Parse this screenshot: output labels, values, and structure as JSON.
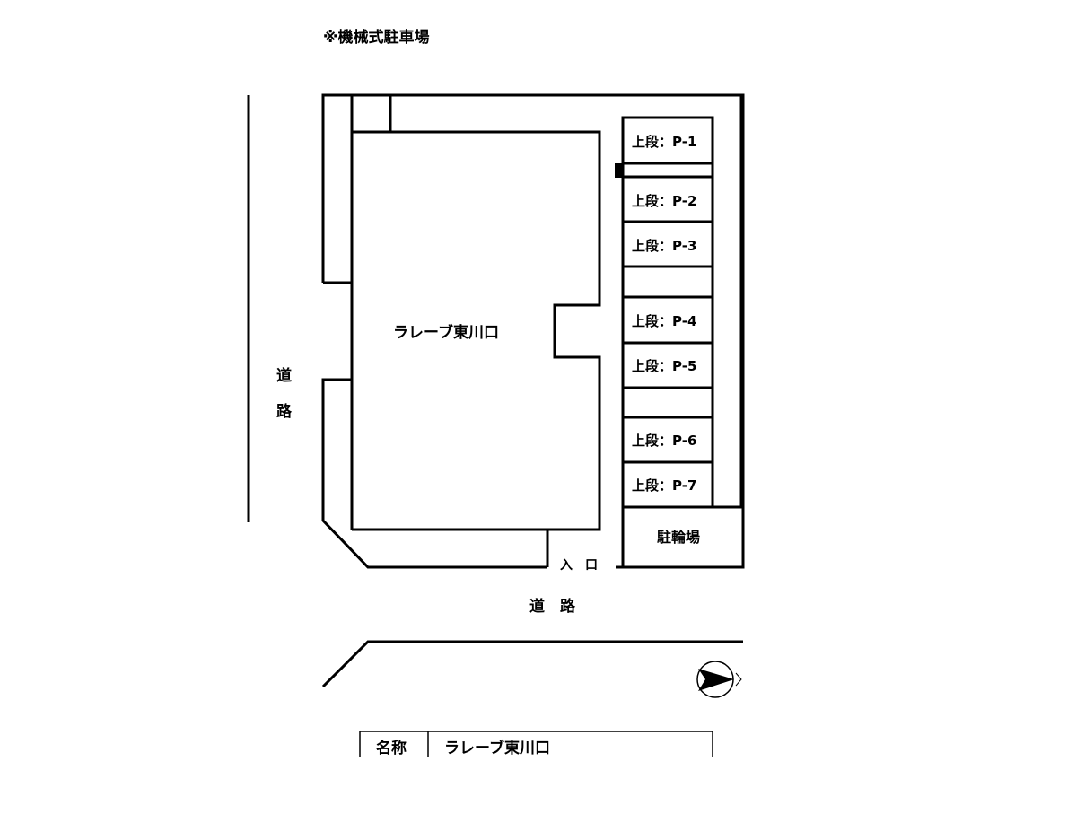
{
  "title": "※機械式駐車場",
  "building": "ラレーブ東川口",
  "road_left": [
    "道",
    "路"
  ],
  "road_bottom": "道　路",
  "entrance": "入　口",
  "bicycle_parking": "駐輪場",
  "parking_spaces": [
    "上段：P-1",
    "上段：P-2",
    "上段：P-3",
    "上段：P-4",
    "上段：P-5",
    "上段：P-6",
    "上段：P-7"
  ],
  "compass_icon": "north-arrow-pointing-right",
  "table": {
    "label": "名称",
    "value": "ラレーブ東川口"
  }
}
